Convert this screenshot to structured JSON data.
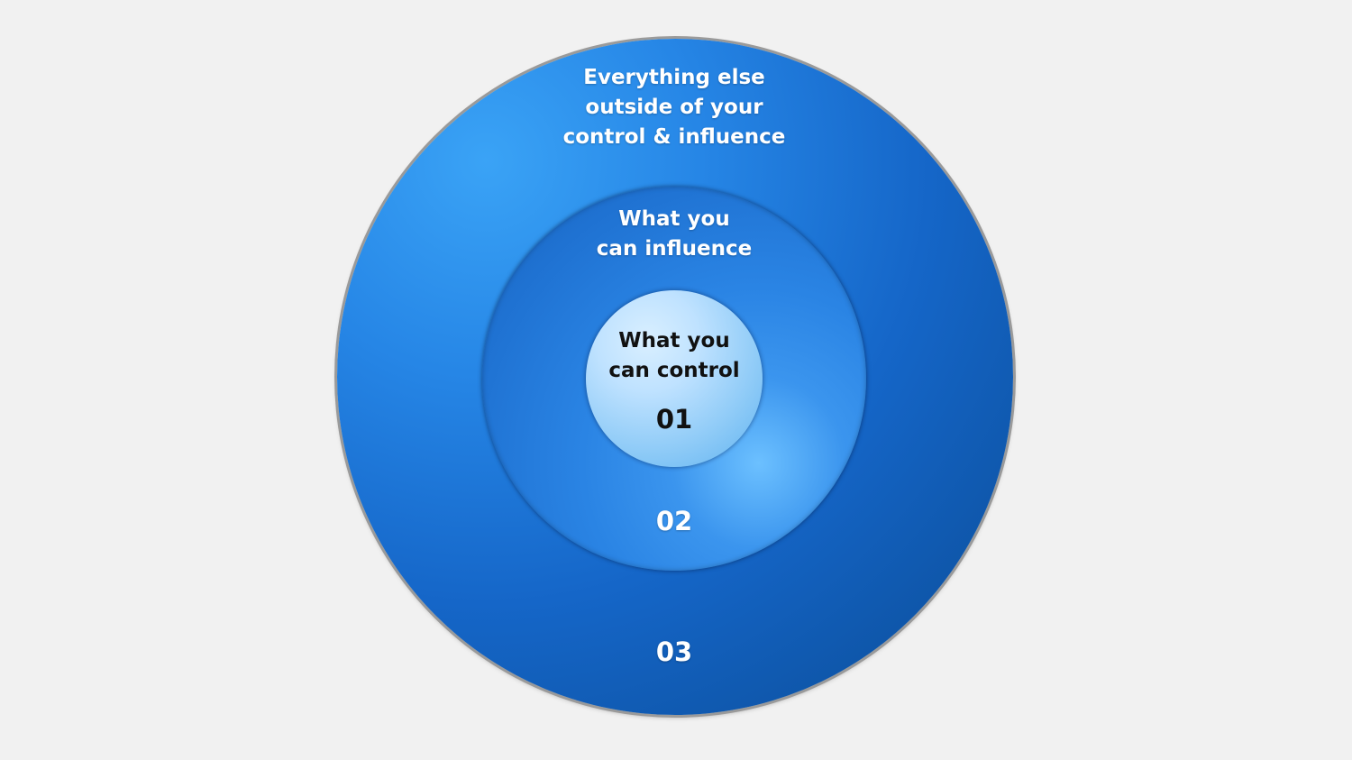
{
  "outer_ring": {
    "label_lines": [
      "Everything else",
      "outside of your",
      "control & influence"
    ],
    "number": "03",
    "color": "#1566c8"
  },
  "middle_ring": {
    "label_lines": [
      "What you",
      "can influence"
    ],
    "number": "02",
    "color": "#2a84e4"
  },
  "inner_circle": {
    "label_lines": [
      "What you",
      "can control"
    ],
    "number": "01",
    "color": "#bfe2ff"
  }
}
